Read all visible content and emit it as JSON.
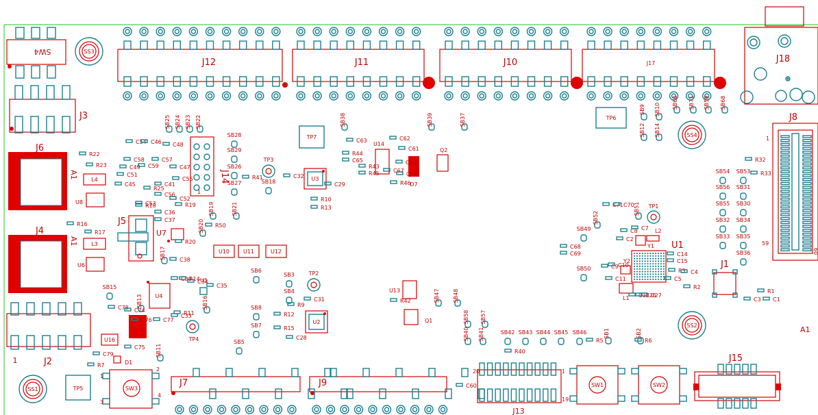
{
  "board": {
    "connectors": {
      "J12": "J12",
      "J11": "J11",
      "J10": "J10",
      "J17": "J17",
      "J18": "J18",
      "J3": "J3",
      "J6": "J6",
      "J4": "J4",
      "J2": "J2",
      "J5": "J5",
      "J7": "J7",
      "J9": "J9",
      "J13": "J13",
      "J15": "J15",
      "J8": "J8",
      "J14": "J14",
      "J1": "J1"
    },
    "switches": {
      "SW4": "SW4",
      "SW3": "SW3",
      "SW1": "SW1",
      "SW2": "SW2"
    },
    "standoffs": {
      "SS1": "SS1",
      "SS2": "SS2",
      "SS3": "SS3",
      "SS4": "SS4"
    },
    "testpoints": {
      "TP1": "TP1",
      "TP2": "TP2",
      "TP3": "TP3",
      "TP4": "TP4",
      "TP5": "TP5",
      "TP6": "TP6",
      "TP7": "TP7"
    },
    "ics": {
      "U1": "U1",
      "U2": "U2",
      "U3": "U3",
      "U4": "U4",
      "U5": "U5",
      "U6": "U6",
      "U7": "U7",
      "U8": "U8",
      "U10": "U10",
      "U11": "U11",
      "U12": "U12",
      "U13": "U13",
      "U14": "U14",
      "U16": "U16",
      "Q1": "Q1",
      "Q2": "Q2",
      "D1": "D1",
      "D7": "D7",
      "L2": "L2",
      "L3": "L3",
      "L4": "L4",
      "Y1": "Y1",
      "Y2": "Y2",
      "L1": "L1"
    },
    "pin_marks": {
      "A1a": "A1",
      "A1b": "A1",
      "A1c": "A1",
      "one": "1",
      "two": "2",
      "three": "3",
      "four": "4",
      "n19": "19",
      "n20": "20",
      "n59": "59",
      "n60": "60"
    },
    "solder_bridges": [
      "SB25",
      "SB24",
      "SB23",
      "SB22",
      "SB28",
      "SB29",
      "SB26",
      "SB27",
      "SB18",
      "SB19",
      "SB21",
      "SB20",
      "SB38",
      "SB39",
      "SB37",
      "SB17",
      "SB6",
      "SB3",
      "SB4",
      "SB8",
      "SB7",
      "SB5",
      "SB15",
      "SB13",
      "SB16",
      "SB11",
      "SB47",
      "SB48",
      "SB40",
      "SB41",
      "SB58",
      "SB57",
      "SB42",
      "SB43",
      "SB44",
      "SB45",
      "SB46",
      "SB1",
      "SB2",
      "SB52",
      "SB51",
      "SB49",
      "SB50",
      "SB53",
      "SB54",
      "SB56",
      "SB31",
      "SB55",
      "SB30",
      "SB32",
      "SB34",
      "SB33",
      "SB35",
      "SB36",
      "SB9",
      "SB10",
      "SB12",
      "SB14",
      "SB60",
      "SB71",
      "SB59",
      "SB68"
    ],
    "passives": [
      "R22",
      "R23",
      "C54",
      "C46",
      "C48",
      "C58",
      "C59",
      "C57",
      "C49",
      "C47",
      "C51",
      "C45",
      "R25",
      "C41",
      "C55",
      "C53",
      "C56",
      "C52",
      "R18",
      "R19",
      "C36",
      "C37",
      "R16",
      "R17",
      "R20",
      "C38",
      "R50",
      "R41",
      "C32",
      "C29",
      "R10",
      "R13",
      "C63",
      "R44",
      "C65",
      "R43",
      "R45",
      "R46",
      "C62",
      "C61",
      "C64",
      "C66",
      "C67",
      "R42",
      "C31",
      "R12",
      "R9",
      "R15",
      "C28",
      "C30",
      "R14",
      "C34",
      "C35",
      "R11",
      "C33",
      "C78",
      "C74",
      "C76",
      "C77",
      "C75",
      "R7",
      "C79",
      "R40",
      "R5",
      "R6",
      "R3",
      "R2",
      "R1",
      "C1",
      "C3",
      "C5",
      "C4",
      "C14",
      "C15",
      "C13",
      "C26",
      "C27",
      "C9",
      "C10",
      "C11",
      "C8",
      "C7",
      "C2",
      "C71",
      "C70",
      "C68",
      "C69",
      "C60",
      "R32",
      "R33"
    ]
  }
}
